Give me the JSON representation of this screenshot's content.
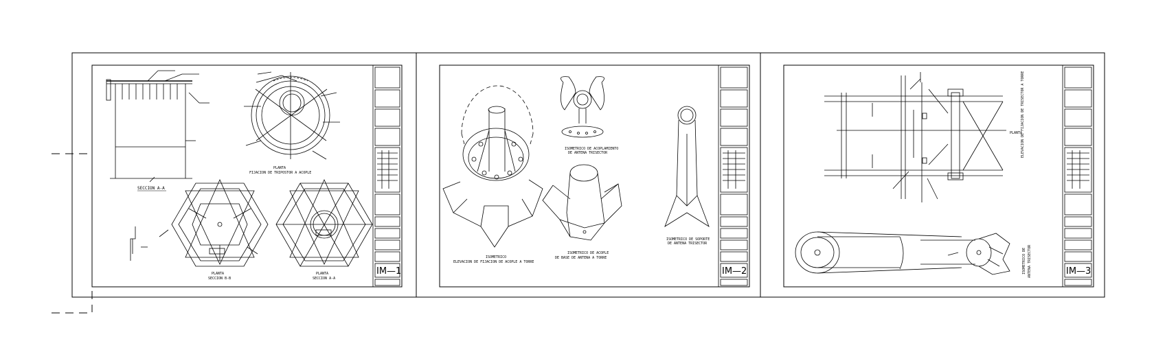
{
  "sheets": [
    {
      "sheet_number": "IM—1",
      "labels": {
        "section_aa": "SECCION A-A",
        "plan_top_title": "PLANTA",
        "plan_top_sub": "FIJACION DE TRIPOSTOR A ACOPLE",
        "plan_bl_title": "PLANTA",
        "plan_bl_sub": "SECCION B-B",
        "plan_br_title": "PLANTA",
        "plan_br_sub": "SECCION A-A"
      }
    },
    {
      "sheet_number": "IM—2",
      "labels": {
        "iso_left_title": "ISOMETRICO",
        "iso_left_sub": "ELEVACION DE FIJACION DE ACOPLE A TORRE",
        "iso_top_title": "ISOMETRICO DE ACOPLAMIENTO",
        "iso_top_sub": "DE ANTENA TRISECTOR",
        "iso_mid_title": "ISOMETRICO DE ACOPLE",
        "iso_mid_sub": "DE BASE DE ANTENA A TORRE",
        "iso_right_title": "ISOMETRICO DE SOPORTE",
        "iso_right_sub": "DE ANTENA TRISECTOR"
      }
    },
    {
      "sheet_number": "IM—3",
      "labels": {
        "elev_title": "PLANTA",
        "elev_sub": "ELEVACION DE FIJACION DE TRISECTOR A TORRE",
        "iso_bottom_title": "ISOMETRICO DE",
        "iso_bottom_sub": "ANTENA TRISECTOR"
      }
    }
  ]
}
